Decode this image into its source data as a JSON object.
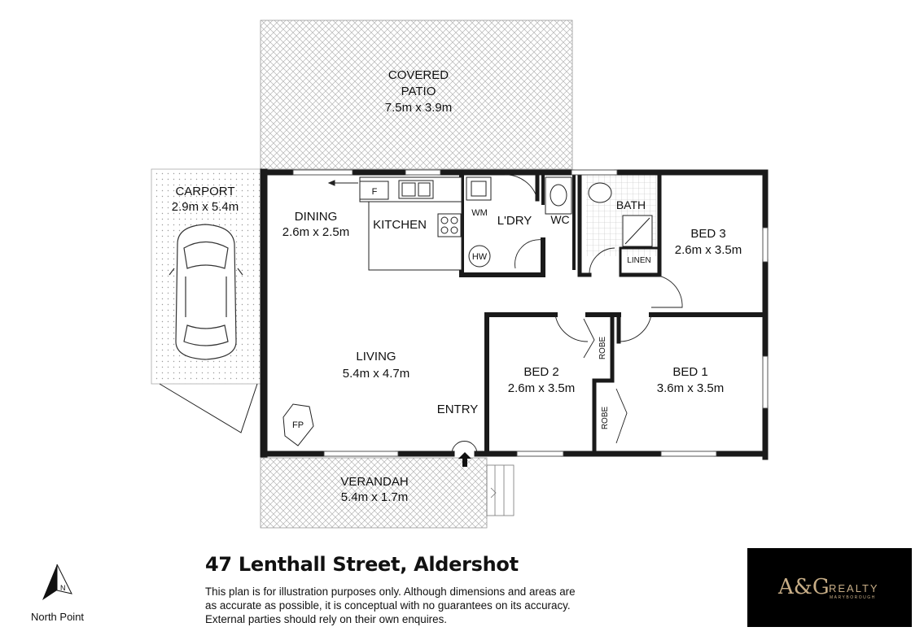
{
  "rooms": {
    "covered_patio": {
      "name_line1": "COVERED",
      "name_line2": "PATIO",
      "size": "7.5m x 3.9m"
    },
    "carport": {
      "name": "CARPORT",
      "size": "2.9m x 5.4m"
    },
    "dining": {
      "name": "DINING",
      "size": "2.6m x 2.5m"
    },
    "kitchen": {
      "name": "KITCHEN"
    },
    "laundry": {
      "name": "L'DRY"
    },
    "wc": {
      "name": "WC"
    },
    "bath": {
      "name": "BATH"
    },
    "bed3": {
      "name": "BED 3",
      "size": "2.6m x 3.5m"
    },
    "linen": {
      "name": "LINEN"
    },
    "living": {
      "name": "LIVING",
      "size": "5.4m x 4.7m"
    },
    "bed2": {
      "name": "BED 2",
      "size": "2.6m x 3.5m"
    },
    "bed1": {
      "name": "BED 1",
      "size": "3.6m x 3.5m"
    },
    "robe_a": {
      "name": "ROBE"
    },
    "robe_b": {
      "name": "ROBE"
    },
    "entry": {
      "name": "ENTRY"
    },
    "verandah": {
      "name": "VERANDAH",
      "size": "5.4m x 1.7m"
    }
  },
  "fixtures": {
    "fridge": "F",
    "washing_machine": "WM",
    "hot_water": "HW",
    "fireplace": "FP"
  },
  "footer": {
    "address": "47 Lenthall Street, Aldershot",
    "disclaimer": [
      "This plan is for illustration purposes only.  Although dimensions and areas are",
      "as accurate as possible, it is conceptual with no guarantees on its accuracy.",
      "External parties should rely on their own enquires."
    ],
    "north_letter": "N",
    "north_label": "North Point"
  },
  "logo": {
    "mark": "A&G",
    "word": "REALTY",
    "sub": "MARYBOROUGH"
  }
}
